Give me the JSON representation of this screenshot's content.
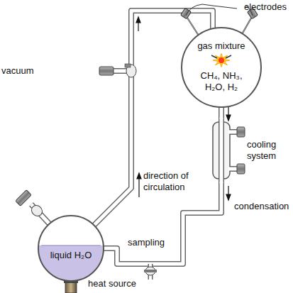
{
  "diagram": {
    "nodes": [
      {
        "text": [
          "gas mixture",
          "CH₄, NH₃, H₂O, H₂"
        ]
      },
      {
        "text": [
          "liquid H₂O"
        ]
      }
    ],
    "edges": [
      {
        "from": 1,
        "to": 0,
        "arrow": "none"
      },
      {
        "from": 0,
        "to": 1,
        "arrow": "none"
      }
    ],
    "labels": [
      "electrodes",
      "vacuum",
      "direction of circulation",
      "cooling system",
      "condensation",
      "sampling",
      "heat source"
    ]
  }
}
